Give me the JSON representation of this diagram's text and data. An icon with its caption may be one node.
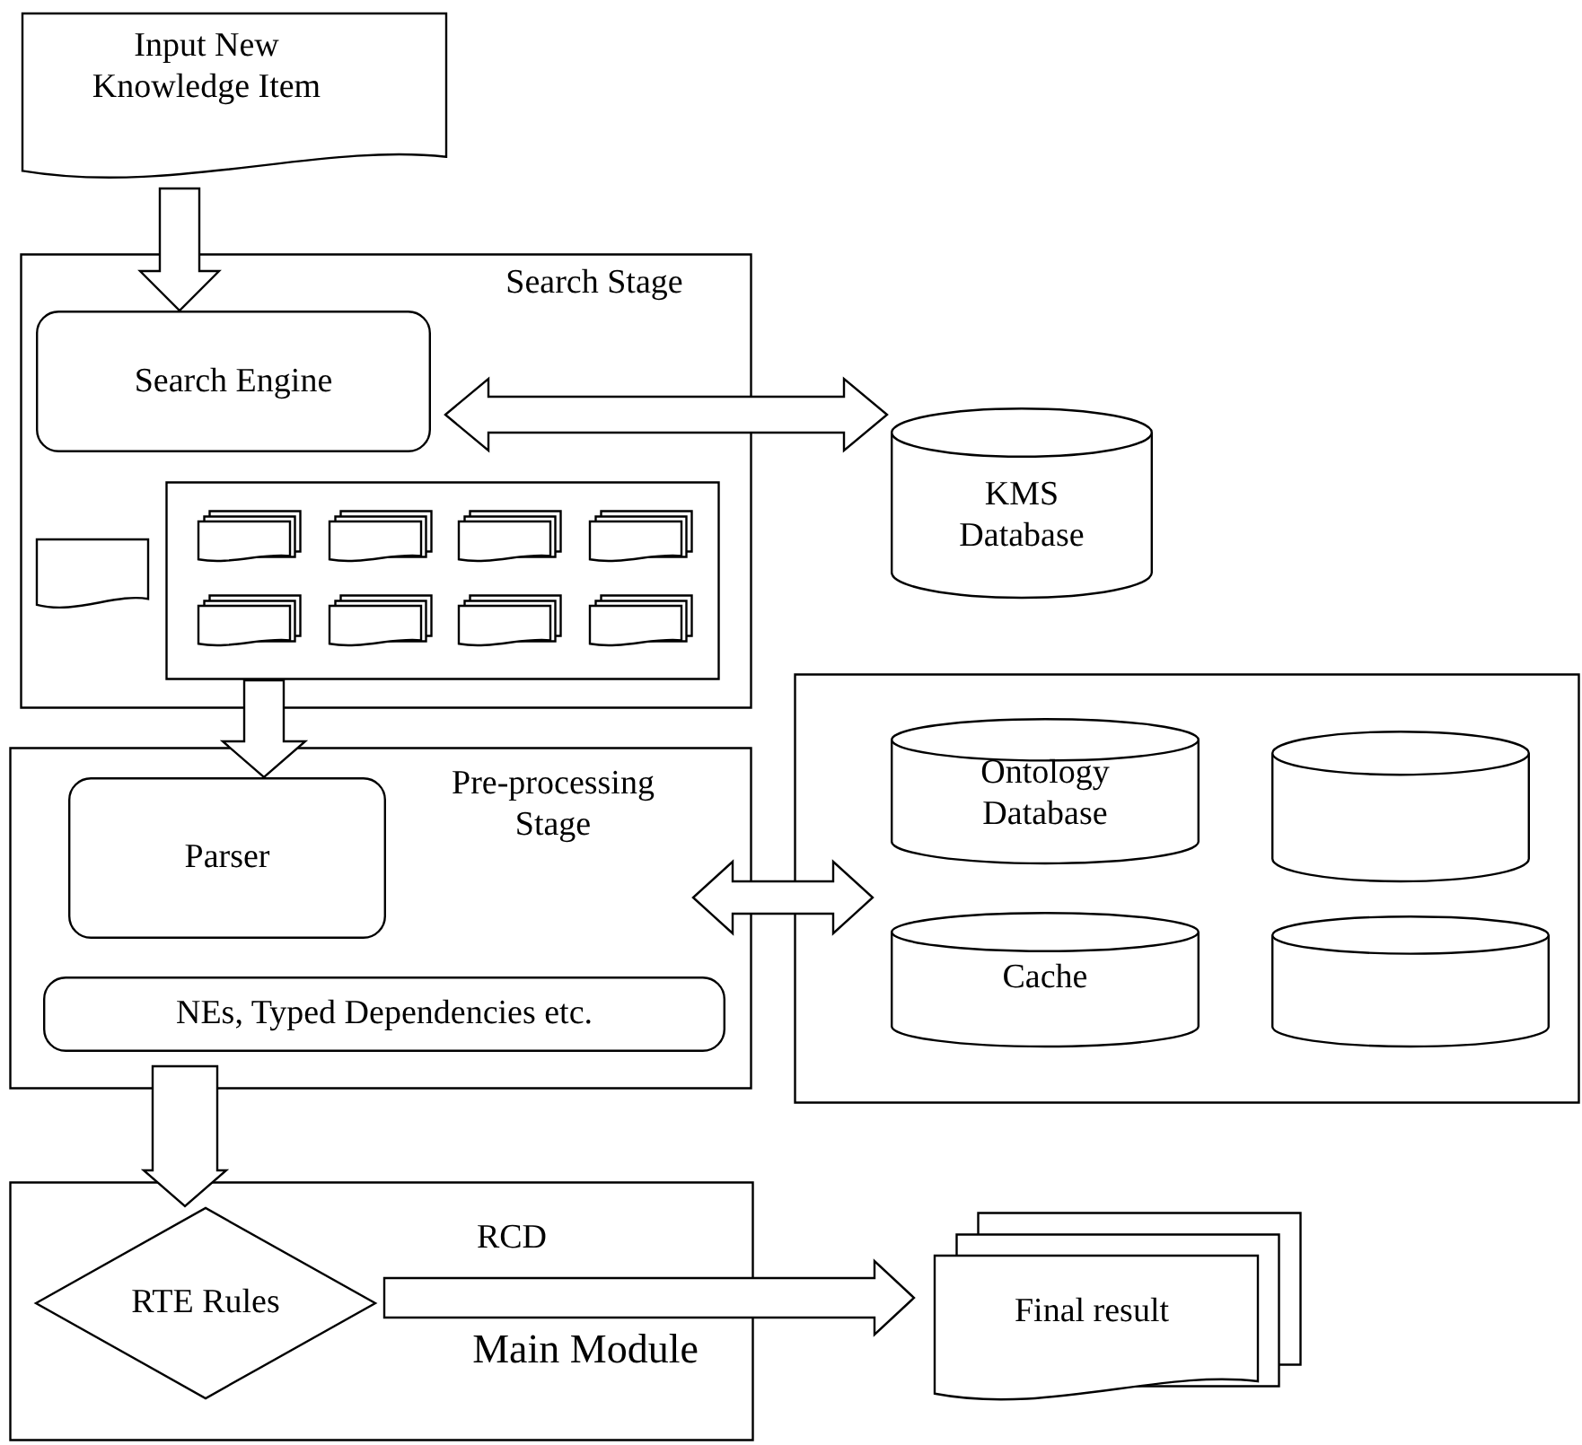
{
  "diagram": {
    "nodes": [
      {
        "text": [
          "Input New Knowledge Item"
        ]
      },
      {
        "text": [
          "Search Stage"
        ]
      },
      {
        "text": [
          "Search Engine"
        ],
        "in": 1
      },
      {
        "text": [],
        "shape": "document",
        "in": 1
      },
      {
        "text": [],
        "shape": "box",
        "in": 1
      },
      {
        "text": [],
        "shape": "document",
        "in": 4
      },
      {
        "text": [],
        "shape": "document",
        "in": 4
      },
      {
        "text": [],
        "shape": "document",
        "in": 4
      },
      {
        "text": [],
        "shape": "document",
        "in": 4
      },
      {
        "text": [],
        "shape": "document",
        "in": 4
      },
      {
        "text": [],
        "shape": "document",
        "in": 4
      },
      {
        "text": [],
        "shape": "document",
        "in": 4
      },
      {
        "text": [],
        "shape": "document",
        "in": 4
      },
      {
        "text": [
          "KMS Database"
        ]
      },
      {
        "text": [
          "Pre-processing Stage"
        ]
      },
      {
        "text": [
          "Parser"
        ],
        "in": 14
      },
      {
        "text": [
          "NEs, Typed Dependencies etc."
        ],
        "in": 14
      },
      {
        "text": [],
        "shape": "box"
      },
      {
        "text": [
          "Ontology Database"
        ],
        "in": 17
      },
      {
        "text": [],
        "shape": "cylinder",
        "in": 17
      },
      {
        "text": [
          "Cache"
        ],
        "in": 17
      },
      {
        "text": [],
        "shape": "cylinder",
        "in": 17
      },
      {
        "text": [
          "RCD",
          "Main Module"
        ]
      },
      {
        "text": [
          "RTE Rules"
        ],
        "in": 22
      },
      {
        "text": [
          "Final result"
        ]
      }
    ],
    "edges": [
      {
        "from": 0,
        "to": 2,
        "arrow": "to"
      },
      {
        "from": 2,
        "to": 13,
        "arrow": "both"
      },
      {
        "from": 4,
        "to": 15,
        "arrow": "to"
      },
      {
        "from": 14,
        "to": 17,
        "arrow": "both"
      },
      {
        "from": 16,
        "to": 23,
        "arrow": "to"
      },
      {
        "from": 23,
        "to": 24,
        "arrow": "to"
      }
    ]
  }
}
